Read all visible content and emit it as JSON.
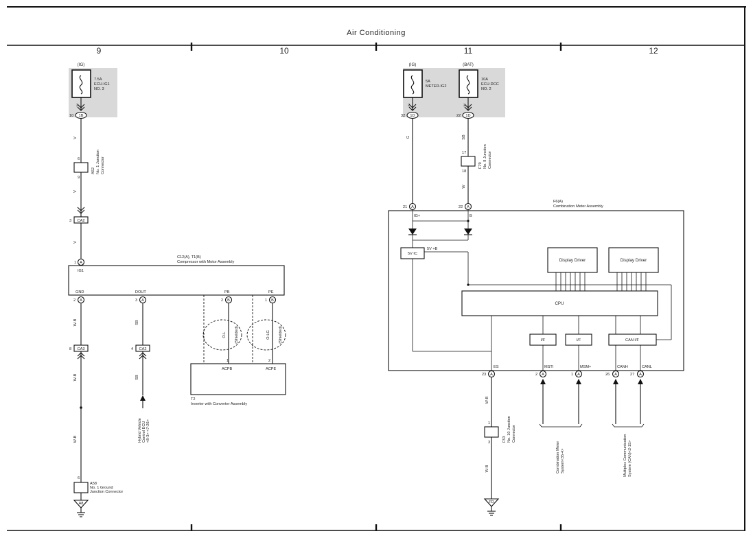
{
  "header": {
    "title": "Air Conditioning"
  },
  "zones": [
    "9",
    "10",
    "11",
    "12"
  ],
  "fuses": {
    "f1": {
      "source": "(IG)",
      "rating": "7.5A",
      "name": "ECU-IG1",
      "no": "NO. 3",
      "pin": "2",
      "conn": "1B",
      "conn_pin": "10"
    },
    "f2": {
      "source": "(IG)",
      "rating": "5A",
      "name": "METER-IG2",
      "pin": "2",
      "conn": "1D",
      "conn_pin": "32"
    },
    "f3": {
      "source": "(BAT)",
      "rating": "10A",
      "name": "ECU-DCC",
      "no": "NO. 2",
      "pin": "2",
      "conn": "1D",
      "conn_pin": "22"
    }
  },
  "wire_colors": {
    "v": "V",
    "g": "G",
    "sb": "SB",
    "w": "W",
    "wb": "W-B",
    "ol": "O-L",
    "olg": "O-LG"
  },
  "junctions": {
    "a52": {
      "id": "A52",
      "name": "No. 1 Junction",
      "sub": "Connector",
      "pin_top": "6",
      "pin_bot": "9"
    },
    "f79": {
      "id": "F79",
      "name": "No. 8 Junction",
      "sub": "Connector",
      "pin_top": "17",
      "pin_bot": "18"
    },
    "f53": {
      "id": "F53",
      "name": "No. 10 Junction",
      "sub": "Connector",
      "pin_top": "1",
      "pin_bot": "3"
    },
    "a58": {
      "id": "A58",
      "name": "No. 1 Ground",
      "sub": "Junction Connector",
      "pin_top": "6"
    }
  },
  "connectors": {
    "ca2_top": {
      "label": "CA2",
      "pin": "3"
    },
    "ca3": {
      "label": "CA3",
      "pin": "8"
    },
    "ca2_bot": {
      "label": "CA2",
      "pin": "4"
    }
  },
  "compressor": {
    "id": "C12(A), T1(B)",
    "name": "Compressor with Motor Assembly",
    "ig1": "IG1",
    "ig1_pin": "1",
    "ig1_conn": "A",
    "gnd": "GND",
    "gnd_pin": "2",
    "gnd_conn": "A",
    "dout": "DOUT",
    "dout_pin": "3",
    "dout_conn": "A",
    "pb": "PB",
    "pb_pin": "2",
    "pb_conn": "B",
    "pe": "PE",
    "pe_pin": "1",
    "pe_conn": "B"
  },
  "shielded": "(Shielded)",
  "inverter": {
    "id": "T2",
    "name": "Inverter with Converter Assembly",
    "acpb": "ACPB",
    "acpb_pin": "1",
    "acpe": "ACPE",
    "acpe_pin": "2"
  },
  "hybrid_ecu": {
    "l1": "Hybrid Vehicle",
    "l2": "Control ECU",
    "l3": "<8-3> <7-26>"
  },
  "meter": {
    "id": "F6(A)",
    "name": "Combination Meter Assembly",
    "ig_pin": "21",
    "b_pin": "22",
    "conn": "A",
    "ig_label": "IG+",
    "b_label": "B",
    "ic": "5V IC",
    "ic_out": "5V +B",
    "driver1": "Display Driver",
    "driver2": "Display Driver",
    "cpu": "CPU",
    "if1": "I/F",
    "if2": "I/F",
    "can_if": "CAN I/F",
    "es": "ES",
    "es_pin": "23",
    "msti": "MSTI",
    "msti_pin": "2",
    "msm": "MSM+",
    "msm_pin": "1",
    "canh": "CANH",
    "canh_pin": "26",
    "canl": "CANL",
    "canl_pin": "27"
  },
  "systems": {
    "meter_sys": {
      "l1": "Combination Meter",
      "l2": "System<35-4>"
    },
    "can_sys": {
      "l1": "Multiplex Communication",
      "l2": "System (CAN)<2-15>"
    }
  },
  "grounds": {
    "a8": "A8",
    "fd": "FD"
  }
}
